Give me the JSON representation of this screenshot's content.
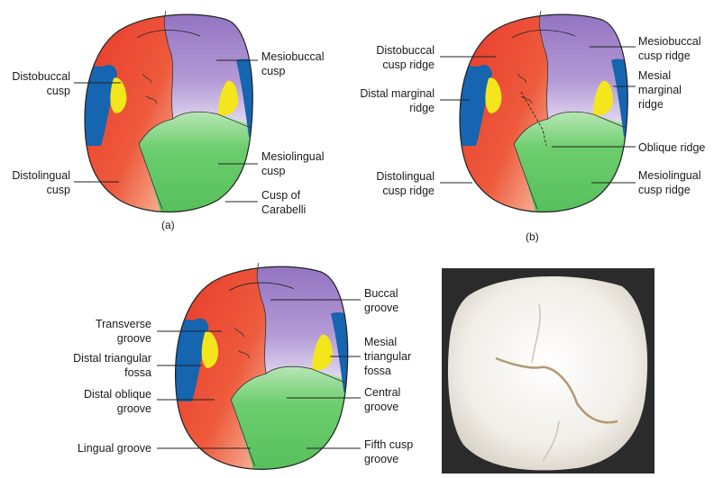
{
  "colors": {
    "distobuccal": "#e8392b",
    "mesiobuccal": "#9b7fc4",
    "lingual": "#5cc463",
    "marginal": "#1565b0",
    "fossa": "#f4e61c",
    "photo_bg": "#2b2b2b"
  },
  "panel_a": {
    "caption": "(a)",
    "labels": {
      "distobuccal": "Distobuccal\ncusp",
      "distolingual": "Distolingual\ncusp",
      "mesiobuccal": "Mesiobuccal\ncusp",
      "mesiolingual": "Mesiolingual\ncusp",
      "carabelli": "Cusp of\nCarabelli"
    }
  },
  "panel_b": {
    "caption": "(b)",
    "labels": {
      "distobuccal_ridge": "Distobuccal\ncusp ridge",
      "distal_marginal": "Distal marginal\nridge",
      "distolingual_ridge": "Distolingual\ncusp ridge",
      "mesiobuccal_ridge": "Mesiobuccal\ncusp ridge",
      "mesial_marginal": "Mesial\nmarginal\nridge",
      "oblique": "Oblique ridge",
      "mesiolingual_ridge": "Mesiolingual\ncusp ridge"
    }
  },
  "panel_c": {
    "labels": {
      "transverse": "Transverse\ngroove",
      "distal_fossa": "Distal triangular\nfossa",
      "distal_oblique": "Distal oblique\ngroove",
      "lingual": "Lingual groove",
      "buccal": "Buccal\ngroove",
      "mesial_fossa": "Mesial\ntriangular\nfossa",
      "central": "Central\ngroove",
      "fifth_cusp": "Fifth cusp\ngroove"
    }
  }
}
